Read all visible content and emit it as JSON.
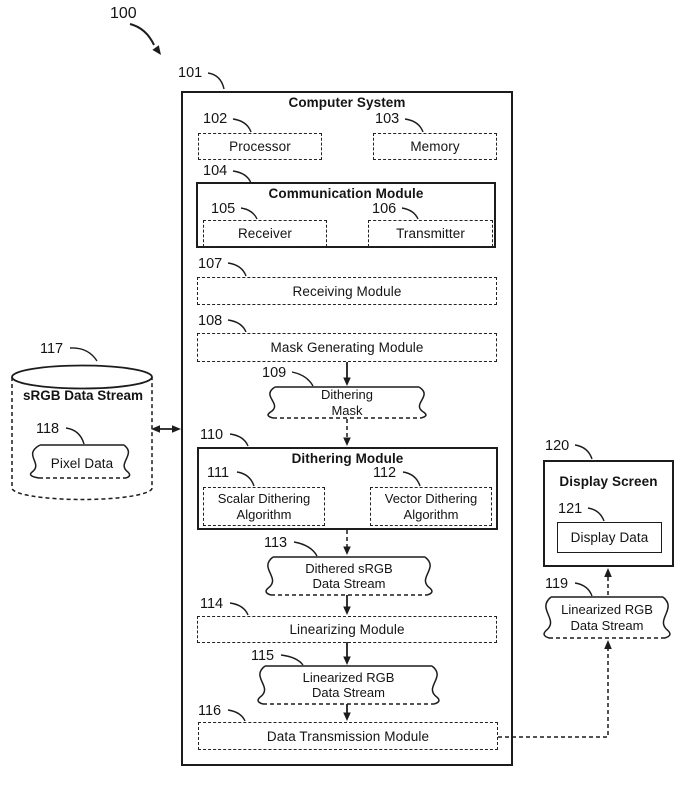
{
  "figure_ref": "100",
  "nodes": {
    "computer_system": {
      "ref": "101",
      "title": "Computer System"
    },
    "processor": {
      "ref": "102",
      "label": "Processor"
    },
    "memory": {
      "ref": "103",
      "label": "Memory"
    },
    "communication_module": {
      "ref": "104",
      "title": "Communication Module"
    },
    "receiver": {
      "ref": "105",
      "label": "Receiver"
    },
    "transmitter": {
      "ref": "106",
      "label": "Transmitter"
    },
    "receiving_module": {
      "ref": "107",
      "label": "Receiving Module"
    },
    "mask_generating_module": {
      "ref": "108",
      "label": "Mask Generating Module"
    },
    "dithering_mask": {
      "ref": "109",
      "line1": "Dithering",
      "line2": "Mask"
    },
    "dithering_module": {
      "ref": "110",
      "title": "Dithering Module"
    },
    "scalar_dithering_algorithm": {
      "ref": "111",
      "line1": "Scalar Dithering",
      "line2": "Algorithm"
    },
    "vector_dithering_algorithm": {
      "ref": "112",
      "line1": "Vector Dithering",
      "line2": "Algorithm"
    },
    "dithered_srgb_data_stream": {
      "ref": "113",
      "line1": "Dithered sRGB",
      "line2": "Data Stream"
    },
    "linearizing_module": {
      "ref": "114",
      "label": "Linearizing Module"
    },
    "linearized_rgb_data_stream": {
      "ref": "115",
      "line1": "Linearized RGB",
      "line2": "Data Stream"
    },
    "data_transmission_module": {
      "ref": "116",
      "label": "Data Transmission Module"
    },
    "srgb_data_stream": {
      "ref": "117",
      "label": "sRGB Data Stream"
    },
    "pixel_data": {
      "ref": "118",
      "label": "Pixel Data"
    },
    "linearized_rgb_data_stream_display": {
      "ref": "119",
      "line1": "Linearized RGB",
      "line2": "Data Stream"
    },
    "display_screen": {
      "ref": "120",
      "title": "Display Screen"
    },
    "display_data": {
      "ref": "121",
      "label": "Display Data"
    }
  },
  "colors": {
    "ink": "#1c1c1c",
    "background": "#ffffff"
  }
}
